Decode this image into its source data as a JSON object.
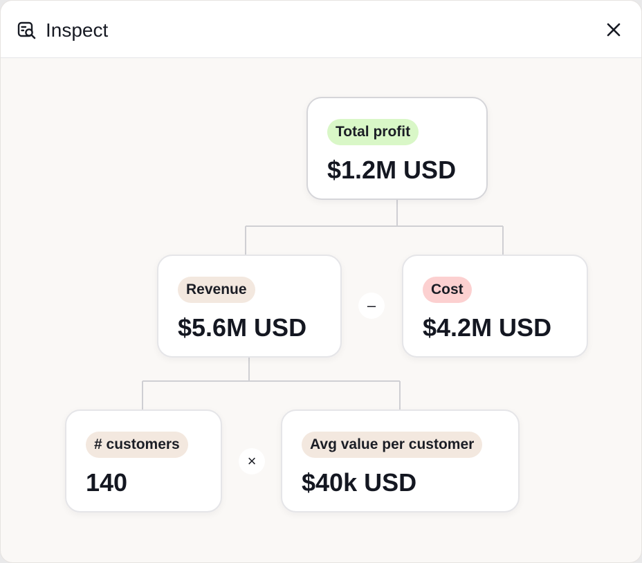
{
  "header": {
    "title": "Inspect",
    "icon": "inspect-icon",
    "close_icon": "close-icon"
  },
  "tree": {
    "root": {
      "label": "Total profit",
      "value": "$1.2M USD",
      "badge_color": "#d9f7c7"
    },
    "revenue": {
      "label": "Revenue",
      "value": "$5.6M USD",
      "badge_color": "#f3e8df"
    },
    "cost": {
      "label": "Cost",
      "value": "$4.2M USD",
      "badge_color": "#fcd0d0"
    },
    "customers": {
      "label": "# customers",
      "value": "140",
      "badge_color": "#f3e8df"
    },
    "avg_value": {
      "label": "Avg value per customer",
      "value": "$40k USD",
      "badge_color": "#f3e8df"
    },
    "operators": {
      "minus": "–",
      "times": "×"
    }
  }
}
